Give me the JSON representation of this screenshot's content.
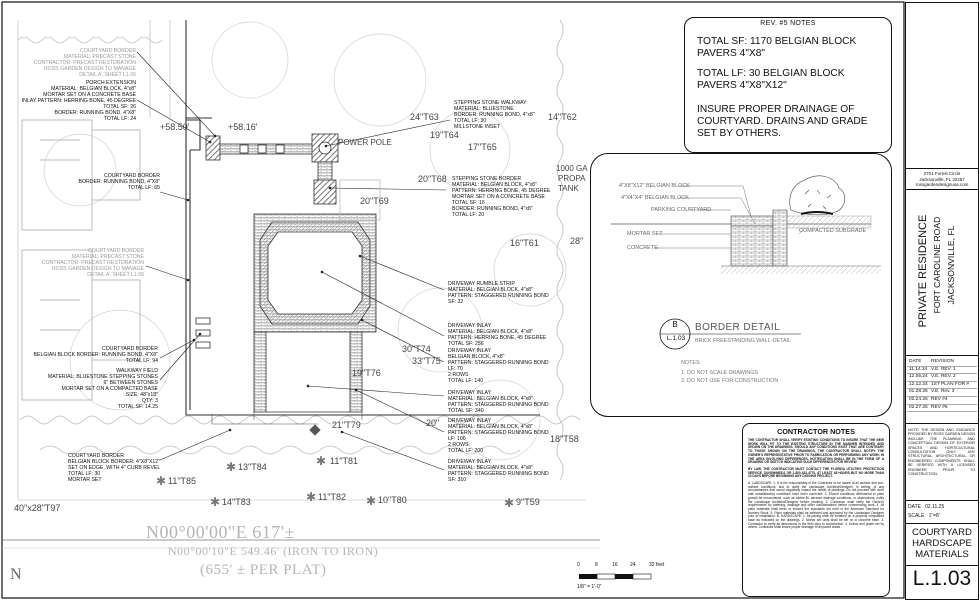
{
  "rev5_notes": {
    "header": "REV. #5 NOTES",
    "line1": "TOTAL SF: 1170 BELGIAN BLOCK PAVERS 4\"X8\"",
    "line2": "TOTAL LF: 30 BELGIAN BLOCK PAVERS 4\"X8\"X12\"",
    "line3": "INSURE PROPER DRAINAGE OF COURTYARD. DRAINS AND GRADE SET BY OTHERS."
  },
  "callouts": {
    "courtyard_border_1": "COURTYARD BORDER\nMATERIAL: PRECAST STONE\nCONTRACTOR: PRECAST RESTORATION\nROSS GARDEN DESIGN TO MANAGE\nDETAIL A, SHEET L1.06",
    "porch_extension": "PORCH EXTENSION\nMATERIAL: BELGIAN BLOCK, 4\"x8\"\nMORTAR SET ON A CONCRETE BASE\nINLAY PATTERN: HERRING BONE, 45 DEGREE\nTOTAL SF: 26\nBORDER: RUNNING BOND, 4\"X8\"\nTOTAL LF: 24",
    "stepping_stone": "STEPPING STONE WALKWAY\nMATERIAL: BLUESTONE\nBORDER: RUNNING BOND, 4\"x8\"\nTOTAL LF: 30\nMILLSTONE INSET",
    "stepping_stone_border": "STEPPING STONE BORDER\nMATERIAL: BELGIAN BLOCK, 4\"x8\"\nPATTERN: HERRING BONE, 45 DEGREE\nMORTAR SET ON A CONCRETE BASE\nTOTAL SF: 16\nBORDER: RUNNING BOND, 4\"x8\"\nTOTAL LF: 20",
    "courtyard_border_2": "COURTYARD BORDER\nBORDER: RUNNING BOND, 4\"X8\"\nTOTAL LF: 65",
    "courtyard_border_3": "COURTYARD BORDER\nMATERIAL: PRECAST STONE\nCONTRACTOR: PRECAST RESTORATION\nROSS GARDEN DESIGN TO MANAGE\nDETAIL A, SHEET L1.06",
    "courtyard_border_4": "COURTYARD BORDER\nBELGIAN BLOCK BORDER: RUNNING BOND, 4\"X8\"\nTOTAL LF: 94",
    "walkway_field": "WALKWAY FIELD\nMATERIAL: BLUESTONE STEPPING STONES\n6\" BETWEEN STONES\nMORTAR SET ON A COMPACTED BASE\nSIZE: 48\"x18\"\nQTY: 3\nTOTAL SF: 14.25",
    "courtyard_border_5": "COURTYARD BORDER\nBELGIAN BLOCK BORDER: 4\"X8\"X12\"\nSET ON EDGE, WITH 4\" CURB REVEL\nTOTAL LF: 30\nMORTAR SET",
    "rumble_strip": "DRIVEWAY RUMBLE STRIP\nMATERIAL: BELGIAN BLOCK, 4\"x8\"\nPATTERN: STAGGERED RUNNING BOND\nSF: 32",
    "driveway_inlay_1": "DRIVEWAY INLAY\nMATERIAL: BELGIAN BLOCK, 4\"x8\"\nPATTERN: HERRING BONE, 45 DEGREE\nTOTAL SF: 256",
    "driveway_inlay_2": "DRIVEWAY INLAY\nBELGIAN BLOCK, 4\"x8\"\nPATTERN: STAGGERED RUNNING BOND\nLF: 70\n2 ROWS\nTOTAL LF: 140",
    "driveway_inlay_3": "DRIVEWAY INLAY\nMATERIAL: BELGIAN BLOCK, 4\"x8\"\nPATTERN: STAGGERED RUNNING BOND\nTOTAL SF: 340",
    "driveway_inlay_4": "DRIVEWAY INLAY\nMATERIAL: BELGIAN BLOCK, 4\"x8\"\nPATTERN: STAGGERED RUNNING BOND\nLF: 100\n2 ROWS\nTOTAL LF: 200",
    "driveway_inlay_5": "DRIVEWAY INLAY\nMATERIAL: BELGIAN BLOCK, 4\"x8\"\nPATTERN: STAGGERED RUNNING BOND\nSF: 310"
  },
  "elevations": {
    "e1": "+58.50'",
    "e2": "+58.16'",
    "e3": "24\"T63",
    "e4": "19\"T64",
    "e5": "14\"T62",
    "e6": "17\"T65",
    "e7": "20\"T68",
    "e8": "20\"T69",
    "e9": "16\"T61",
    "e10": "28\"",
    "e11": "30\"T74",
    "e12": "33\"T75",
    "e13": "19\"T76",
    "e14": "20\"",
    "e15": "21\"T79",
    "e16": "18\"T58",
    "e17": "13\"T84",
    "e18": "11\"T81",
    "e19": "11\"T85",
    "e20": "14\"T83",
    "e21": "11\"T82",
    "e22": "10\"T80",
    "e23": "9\"T59",
    "e24": "40\"x28\"T97",
    "e25": "1000 GA",
    "e26": "PROPA",
    "e27": "TANK",
    "e28": "POWER POLE"
  },
  "survey_text": {
    "bearing": "N00°00'00\"E   617'±",
    "bearing2": "N00°00'10\"E  549.46' (IRON TO IRON)",
    "plat": "(655' ± PER PLAT)",
    "north": "N"
  },
  "detail": {
    "title": "BORDER DETAIL",
    "subtitle": "BRICK FREESTANDING WALL-DETAIL",
    "letter": "B",
    "sheet": "L.1.03",
    "labels": [
      "4\"X8\"X12\" BELGIAN BLOCK",
      "4\"X4\"X4\" BELGIAN BLOCK",
      "PARKING COURTYARD",
      "MORTAR SET",
      "CONCRETE",
      "COMPACTED SUBGRADE"
    ],
    "notes_title": "NOTES:",
    "notes": [
      "1.  DO NOT SCALE DRAWINGS",
      "2.  DO NOT USE FOR CONSTRUCTION"
    ]
  },
  "contractor_notes": {
    "title": "CONTRACTOR NOTES",
    "intro": "THE CONTRACTOR SHALL VERIFY EXISTING CONDITIONS TO INSURE THAT THE NEW WORK WILL FIT TO THE EXISTING STRUCTURE IN THE MANNER INTENDED AND SHOWN ON THE DRAWINGS. SHOULD ANY CONDITIONS EXIST THAT ARE CONTRARY TO THOSE SHOWN ON THE DRAWINGS, THE CONTRACTOR SHALL NOTIFY THE OWNER'S REPRESENTATIVE PRIOR TO FABRICATION OR PERFORMING ANY WORK IN THE AREA INVOLVING DIFFERENCES. NOTIFICATION SHALL BE IN THE FORM OF A DRAWING OR SKETCH INDICATING SUCH DIFFERENCES FOR REVIEW.",
    "law": "BY LAW, THE CONTRACTOR MUST CONTACT THE FLORIDA UTILITIES PROTECTION SERVICE, SUNSHINE811 OR 1-800-432-4770, AT LEAST 48 HOURS BUT NO MORE THAN 10 DAYS BEFORE BEGINNING ANY DIGGING PROJECT.",
    "body": "A. LANDSCAPE: 1. It is the responsibility of the Contractor to be aware of all surface and sub-surface conditions, and to notify the Landscape Architect/Designer, in writing, of any circumstances that would negatively impact the health of plantings. Do not proceed with work until unsatisfactory conditions have been corrected. 2. Should conditions detrimental to plant growth be encountered, such as rubble fill, adverse drainage conditions, or obstructions, notify the Landscape Architect/Designer before planting. 3. Contractor shall verify the Owner's requirements for watering, drainage and other considerations before commencing work. 4. All plant materials shall meet or exceed the standards set forth in the American Standard for Nursery Stock. 5. Plant materials shall be selected and approved by the Landscape Designer prior to installation. B. HARDSCAPE: 1. All paving shall be installed on a properly compacted base as indicated on the drawings. 2. Mortar set units shall be set on a concrete base. 3. Contractor to verify all dimensions in the field prior to construction. 4. Drains and grade set by others. Contractor shall insure proper drainage of all paved areas."
  },
  "title_block": {
    "address": "2701 Forest Circle\nJacksonville, FL 32257\nrossgardendesignusa.com",
    "project": "PRIVATE RESIDENCE",
    "street": "FORT CAROLINE ROAD",
    "city": "JACKSONVILLE, FL",
    "rev_header": [
      "DATE",
      "REVISION"
    ],
    "revisions": [
      [
        "11.14.24",
        "V.E. REV. 1"
      ],
      [
        "12.06.24",
        "V.E. REV. 2"
      ],
      [
        "12.12.24",
        "1ST PLAN FOR #"
      ],
      [
        "01.28.25",
        "V.E. Rev. 3"
      ],
      [
        "02.24.25",
        "REV #4"
      ],
      [
        "02.27.25",
        "REV #5"
      ]
    ],
    "disclaimer": "NOTE: THE DESIGN AND GUIDANCE PROVIDED BY ROSS GARDEN DESIGN INCLUDE THE PLANNING AND CONCEPTUAL DESIGN OF EXTERIOR SPACES AND HORTICULTURAL CONSULTATION ONLY. ANY STRUCTURAL, ARCHITECTURAL, OR ENGINEERED COMPONENTS SHALL BE VERIFIED WITH A LICENSED ENGINEER PRIOR TO CONSTRUCTION.",
    "date_label": "DATE",
    "date": "02.11.25",
    "scale_label": "SCALE",
    "scale": "1\"=8'",
    "sheet_title": "COURTYARD HARDSCAPE MATERIALS",
    "sheet_number": "L.1.03"
  },
  "scale_bar": {
    "ticks": [
      "0",
      "8",
      "16",
      "24",
      "32 feet"
    ],
    "label": "1/8\" = 1'-0\""
  }
}
